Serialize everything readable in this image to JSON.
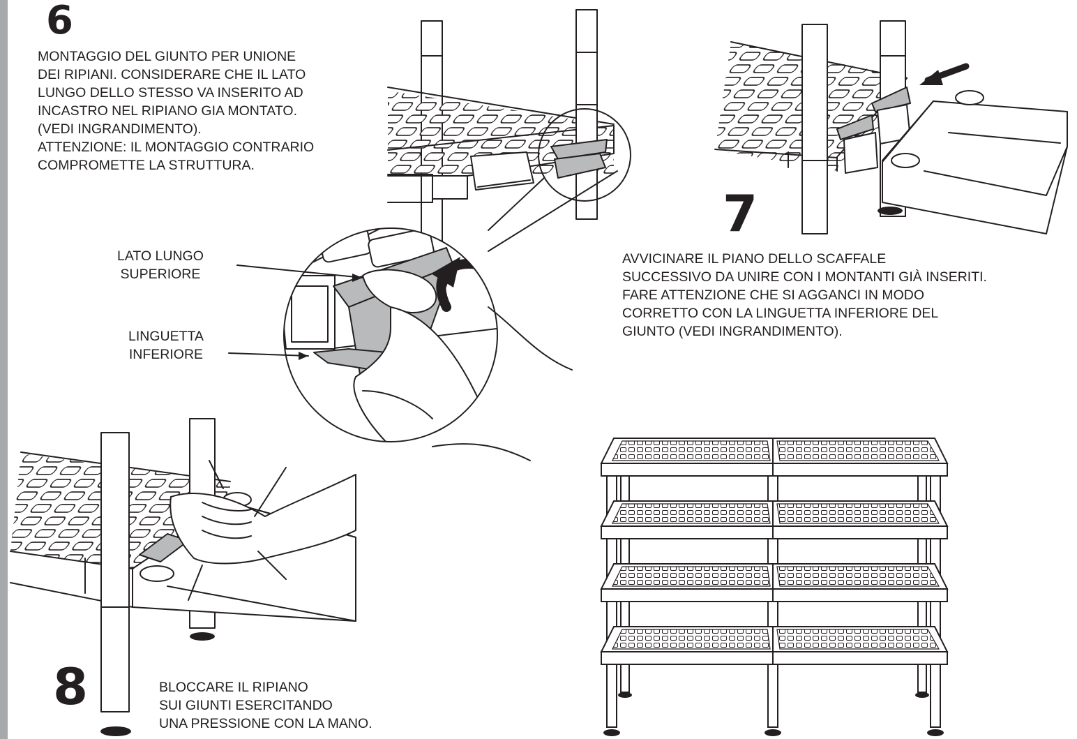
{
  "steps": [
    {
      "number": "6",
      "lines": [
        "MONTAGGIO DEL GIUNTO PER UNIONE",
        "DEI RIPIANI. CONSIDERARE CHE IL LATO",
        "LUNGO DELLO STESSO VA INSERITO AD",
        "INCASTRO NEL RIPIANO GIA MONTATO.",
        "(VEDI INGRANDIMENTO).",
        "ATTENZIONE: IL MONTAGGIO CONTRARIO",
        "COMPROMETTE LA STRUTTURA."
      ],
      "callouts": [
        [
          "LATO LUNGO",
          "SUPERIORE"
        ],
        [
          "LINGUETTA",
          "INFERIORE"
        ]
      ]
    },
    {
      "number": "7",
      "lines": [
        "AVVICINARE IL PIANO DELLO SCAFFALE",
        "SUCCESSIVO DA UNIRE CON I MONTANTI GIÀ INSERITI.",
        "FARE ATTENZIONE CHE SI AGGANCI IN MODO",
        "CORRETTO CON LA LINGUETTA INFERIORE DEL",
        "GIUNTO (VEDI INGRANDIMENTO)."
      ]
    },
    {
      "number": "8",
      "lines": [
        "BLOCCARE IL RIPIANO",
        "SUI GIUNTI ESERCITANDO",
        "UNA PRESSIONE CON LA MANO."
      ]
    }
  ],
  "colors": {
    "ink": "#231f20",
    "sidebar": "#a7a9ac",
    "part_fill": "#b9babc"
  }
}
